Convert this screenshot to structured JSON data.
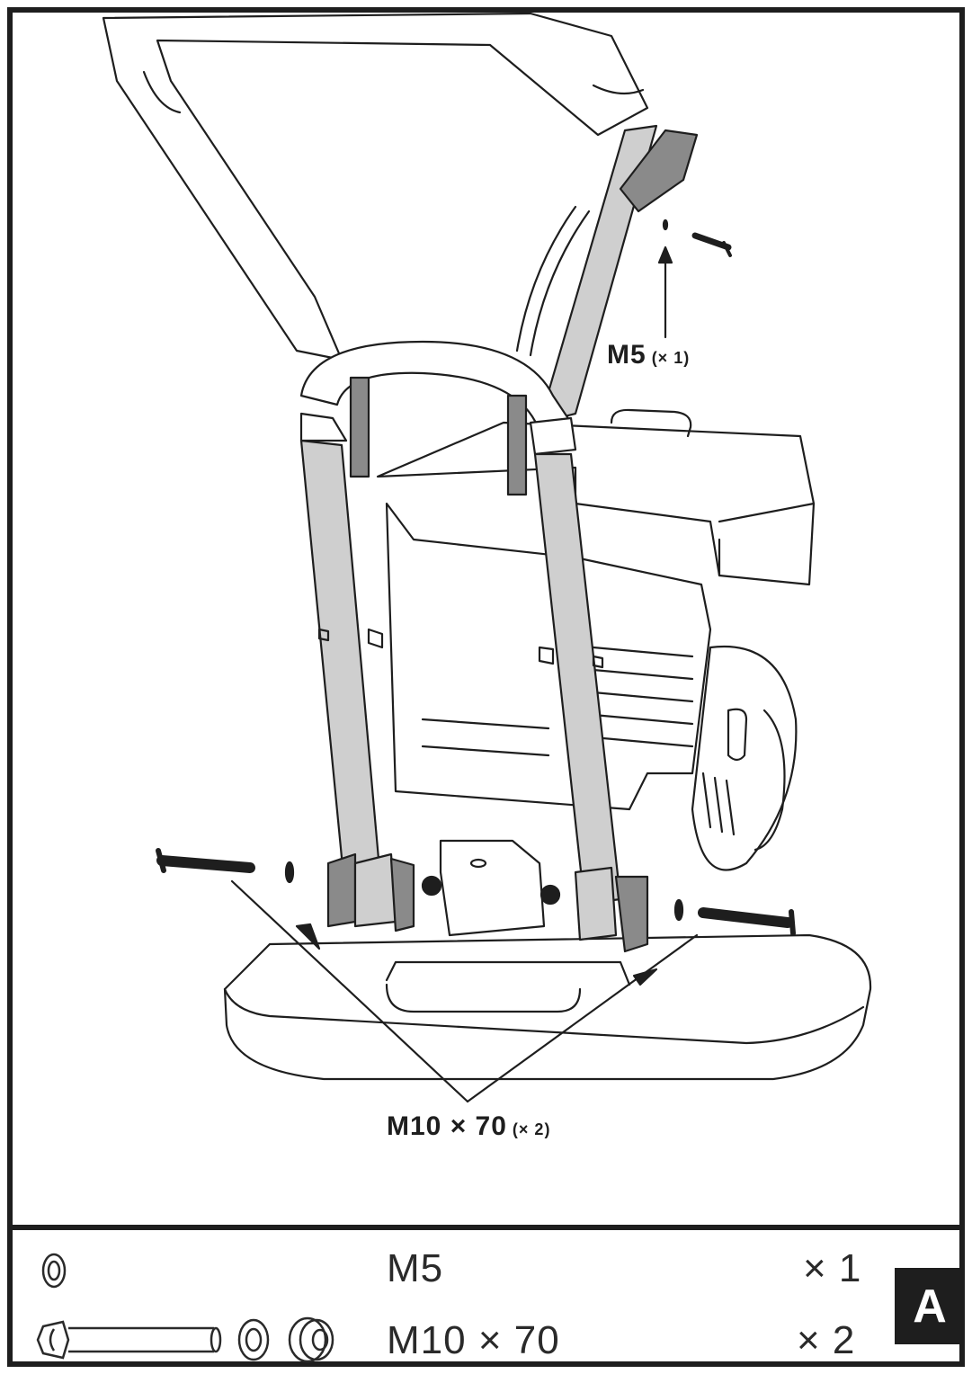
{
  "callouts": {
    "m5": {
      "text": "M5",
      "qty": "(× 1)"
    },
    "m10": {
      "text": "M10 × 70",
      "qty": "(× 2)"
    }
  },
  "parts": [
    {
      "icon": "washer-icon",
      "label": "M5",
      "qty": "× 1"
    },
    {
      "icon": "bolt-washer-nut-icon",
      "label": "M10 × 70",
      "qty": "× 2"
    }
  ],
  "step_badge": "A",
  "colors": {
    "line": "#1e1e1e",
    "handle_fill": "#cfcfcf",
    "bracket_fill": "#8a8a8a"
  }
}
